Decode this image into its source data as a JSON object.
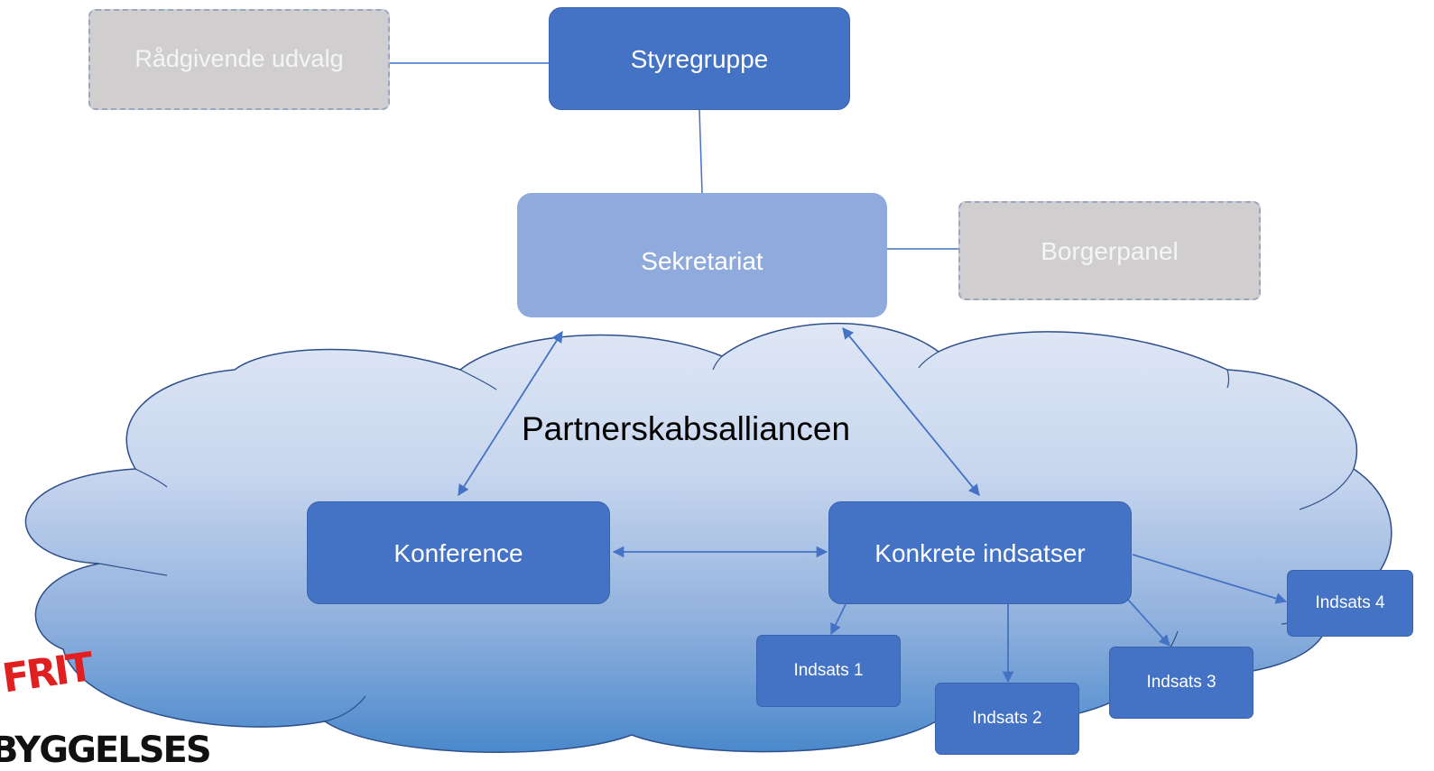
{
  "diagram": {
    "nodes": {
      "raadgivende": "Rådgivende udvalg",
      "styregruppe": "Styregruppe",
      "sekretariat": "Sekretariat",
      "borgerpanel": "Borgerpanel",
      "konference": "Konference",
      "konkrete": "Konkrete indsatser",
      "indsats1": "Indsats 1",
      "indsats2": "Indsats 2",
      "indsats3": "Indsats 3",
      "indsats4": "Indsats 4"
    },
    "cloud_label": "Partnerskabsalliancen"
  },
  "logo": {
    "line1": "FRIT",
    "line2": "BYGGELSES"
  },
  "colors": {
    "dark_box": "#4472c4",
    "light_box": "#8faadc",
    "grey_box": "#d0cece",
    "cloud_top": "#dae3f3",
    "cloud_bottom": "#4a89cc",
    "connector": "#4472c4",
    "logo": "#e02020"
  }
}
